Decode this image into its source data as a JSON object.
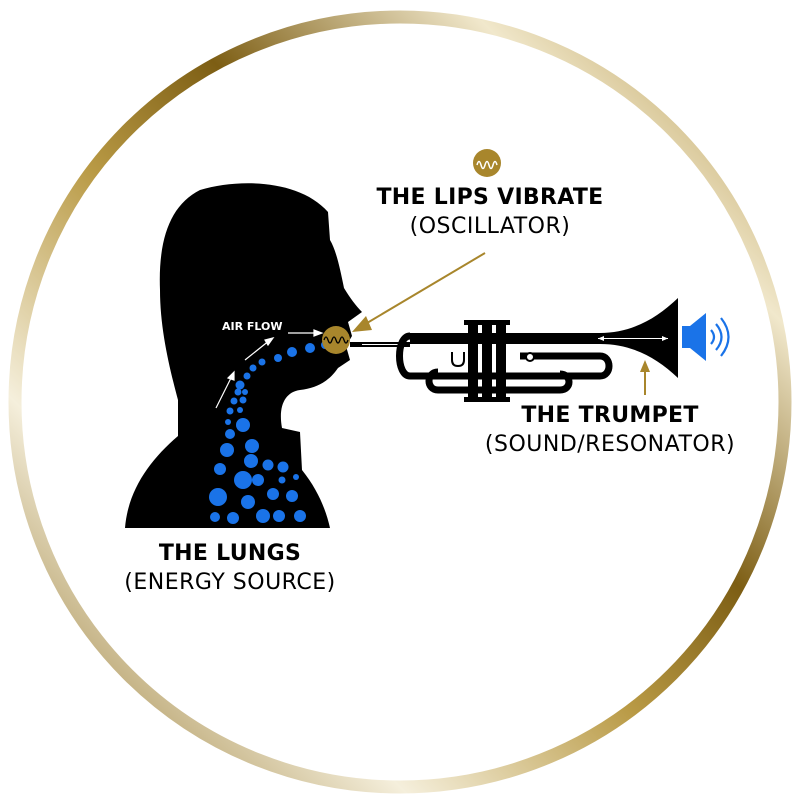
{
  "diagram": {
    "colors": {
      "gold": "#a8862c",
      "gold_light": "#efe4c4",
      "blue": "#1a73e8",
      "black": "#000000",
      "white": "#ffffff"
    },
    "labels": {
      "lips": {
        "title": "THE LIPS VIBRATE",
        "subtitle": "(OSCILLATOR)"
      },
      "trumpet": {
        "title": "THE TRUMPET",
        "subtitle": "(SOUND/RESONATOR)"
      },
      "lungs": {
        "title": "THE LUNGS",
        "subtitle": "(ENERGY SOURCE)"
      },
      "airflow": "AIR FLOW"
    },
    "icons": {
      "oscillator": "sine-wave-icon",
      "speaker": "speaker-sound-icon"
    }
  }
}
